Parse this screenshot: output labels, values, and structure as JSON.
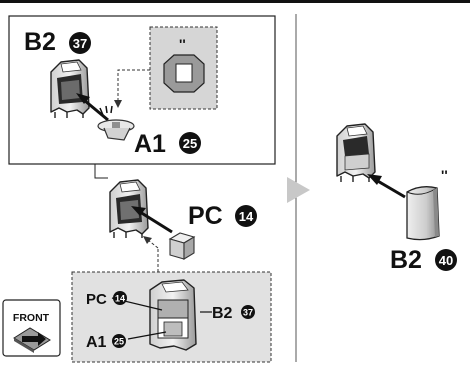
{
  "left_panel": {
    "top_box": {
      "part_b2": {
        "code": "B2",
        "num": "37"
      },
      "part_a1": {
        "code": "A1",
        "num": "25"
      },
      "inset_mark": "''"
    },
    "middle": {
      "part_pc": {
        "code": "PC",
        "num": "14"
      }
    },
    "bottom_box": {
      "pc": {
        "code": "PC",
        "num": "14"
      },
      "b2": {
        "code": "B2",
        "num": "37"
      },
      "a1": {
        "code": "A1",
        "num": "25"
      }
    },
    "front_badge": "FRONT"
  },
  "right_panel": {
    "part_b2": {
      "code": "B2",
      "num": "40"
    },
    "mark": "''"
  },
  "colors": {
    "part_grey": "#8f8f8f",
    "light_grey": "#c9c9c9",
    "inset_bg": "#d6d6d6",
    "arrow_next": "#c8c8c8"
  }
}
